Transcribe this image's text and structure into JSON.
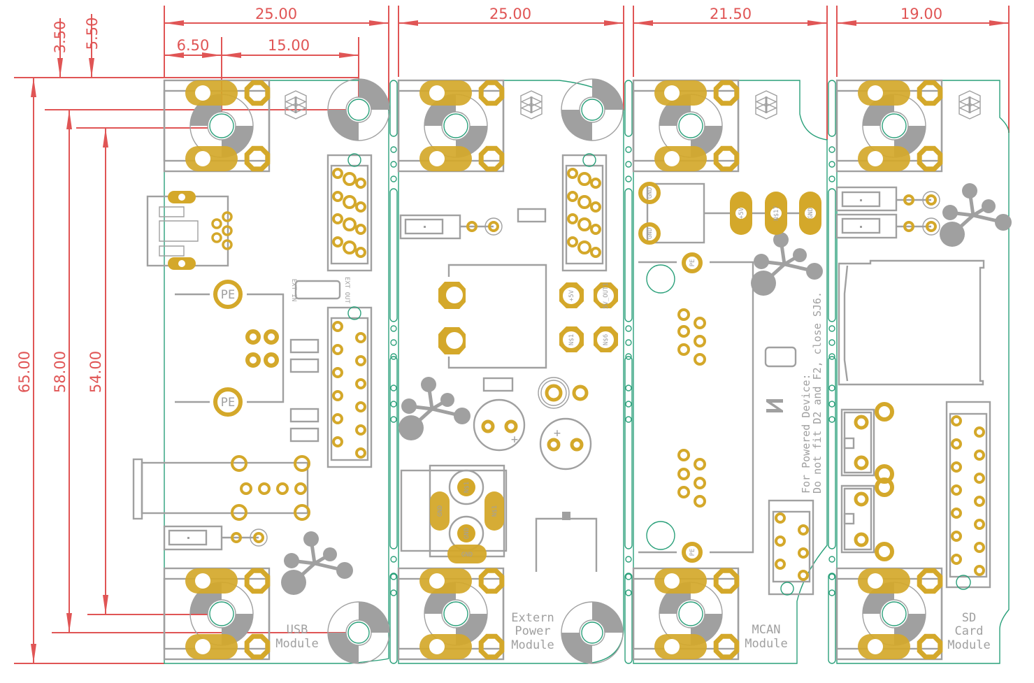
{
  "title": "Modular PCB panel layout with dimensions",
  "units": "mm",
  "dimensions": {
    "horizontal": {
      "usb_width": "25.00",
      "extern_power_width": "25.00",
      "mcan_width": "21.50",
      "sd_card_width": "19.00",
      "hole_offset_x": "6.50",
      "hole_spacing_x": "15.00"
    },
    "vertical": {
      "offset_a": "3.50",
      "offset_b": "5.50",
      "total_height": "65.00",
      "hole_spacing_outer": "58.00",
      "hole_spacing_inner": "54.00"
    }
  },
  "modules": [
    {
      "id": "usb",
      "label_lines": [
        "USB",
        "Module"
      ]
    },
    {
      "id": "extern-power",
      "label_lines": [
        "Extern",
        "Power",
        "Module"
      ]
    },
    {
      "id": "mcan",
      "label_lines": [
        "MCAN",
        "Module"
      ]
    },
    {
      "id": "sd-card",
      "label_lines": [
        "SD",
        "Card",
        "Module"
      ]
    }
  ],
  "silk_labels": {
    "pe": "PE",
    "ext_in": "EXT IN",
    "ext_out": "EXT OUT",
    "plus5v": "+5V",
    "out": "5V_OUT1",
    "ns1": "N$1",
    "ns6": "N$6",
    "ns17": "N$17",
    "gnd": "GND",
    "plus": "+"
  },
  "mcan_note": {
    "line1": "For Powered Device:",
    "line2": "Do not fit D2 and F2, close SJ6."
  },
  "colors": {
    "dimension": "#e05555",
    "board_outline": "#2aa07a",
    "silkscreen": "#a0a0a0",
    "copper_pad": "#d4a82a"
  }
}
